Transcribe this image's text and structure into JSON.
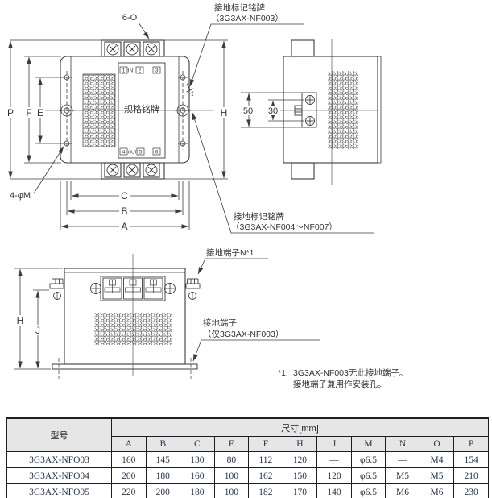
{
  "drawing": {
    "dims": {
      "six_o": "6-O",
      "p": "P",
      "f": "F",
      "e": "E",
      "h": "H",
      "c": "C",
      "b": "B",
      "a": "A",
      "four_phi_m": "4-φM",
      "fifty": "50",
      "thirty": "30",
      "h2": "H",
      "j": "J"
    },
    "front": {
      "nameplate": "规格铭牌",
      "terminals_top": {
        "n1": "1",
        "label": "IN",
        "n2": "2",
        "n3": "3"
      },
      "terminals_bottom": {
        "n4": "4",
        "label": "OUT",
        "n5": "5",
        "n6": "6"
      }
    },
    "callouts": {
      "ground_mark_nf003_line1": "接地标记铭牌",
      "ground_mark_nf003_line2": "（3G3AX-NF003）",
      "ground_mark_nf004_line1": "接地标记铭牌",
      "ground_mark_nf004_line2": "（3G3AX-NF004～NF007）",
      "ground_terminal_n": "接地端子N*1",
      "ground_terminal_only_line1": "接地端子",
      "ground_terminal_only_line2": "（仅3G3AX-NF003）"
    },
    "note": {
      "marker": "*1.",
      "line1": "3G3AX-NF003无此接地端子。",
      "line2": "接地端子兼用作安装孔。"
    }
  },
  "table": {
    "model_header": "型号",
    "dim_header": "尺寸[mm]",
    "columns": [
      "A",
      "B",
      "C",
      "E",
      "F",
      "H",
      "J",
      "M",
      "N",
      "O",
      "P"
    ],
    "rows": [
      {
        "model": "3G3AX-NFO03",
        "values": [
          "160",
          "145",
          "130",
          "80",
          "112",
          "120",
          "—",
          "φ6.5",
          "—",
          "M4",
          "154"
        ]
      },
      {
        "model": "3G3AX-NFO04",
        "values": [
          "200",
          "180",
          "160",
          "100",
          "162",
          "150",
          "120",
          "φ6.5",
          "M5",
          "M5",
          "210"
        ]
      },
      {
        "model": "3G3AX-NFO05",
        "values": [
          "220",
          "200",
          "180",
          "100",
          "182",
          "170",
          "140",
          "φ6.5",
          "M6",
          "M6",
          "230"
        ]
      }
    ]
  },
  "colors": {
    "line": "#3c3c3c",
    "text": "#333333",
    "table_header_bg": "#e6e6e6",
    "table_text": "#22344e"
  }
}
